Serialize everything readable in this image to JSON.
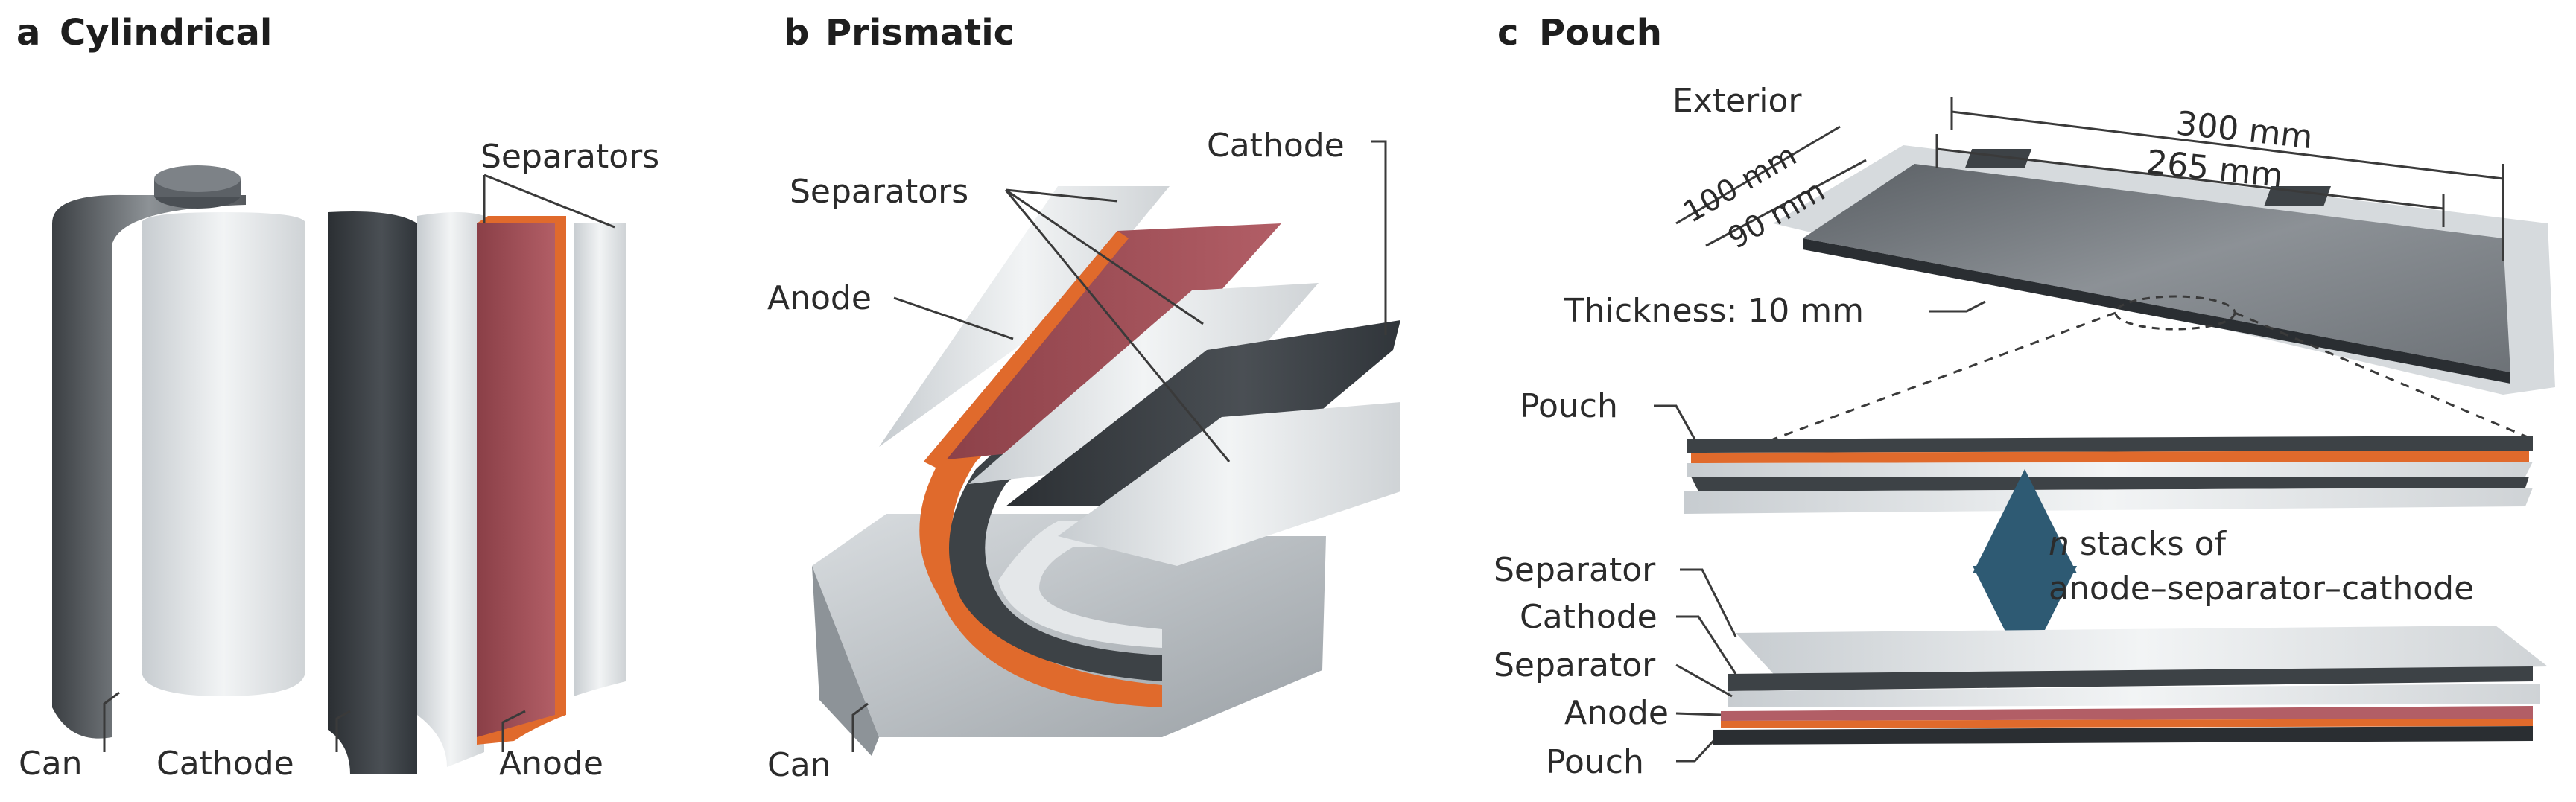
{
  "panels": [
    {
      "letter": "a",
      "title": "Cylindrical"
    },
    {
      "letter": "b",
      "title": "Prismatic"
    },
    {
      "letter": "c",
      "title": "Pouch"
    }
  ],
  "cylindrical": {
    "separators": "Separators",
    "can": "Can",
    "cathode": "Cathode",
    "anode": "Anode"
  },
  "prismatic": {
    "separators": "Separators",
    "cathode": "Cathode",
    "anode": "Anode",
    "can": "Can"
  },
  "pouch": {
    "exterior": "Exterior",
    "length_outer": "300 mm",
    "length_inner": "265 mm",
    "width_outer": "100 mm",
    "width_inner": "90 mm",
    "thickness": "Thickness: 10 mm",
    "pouch_top": "Pouch",
    "stacks_line1_italic": "n",
    "stacks_line1_rest": " stacks of",
    "stacks_line2": "anode–separator–cathode",
    "layers": [
      "Separator",
      "Cathode",
      "Separator",
      "Anode",
      "Pouch"
    ]
  },
  "colors": {
    "can": "#6b6f73",
    "separator": "#e4e7e9",
    "cathode": "#3d4246",
    "anode": "#a04d55",
    "copper": "#e06a2c",
    "arrow": "#2e5a73"
  }
}
